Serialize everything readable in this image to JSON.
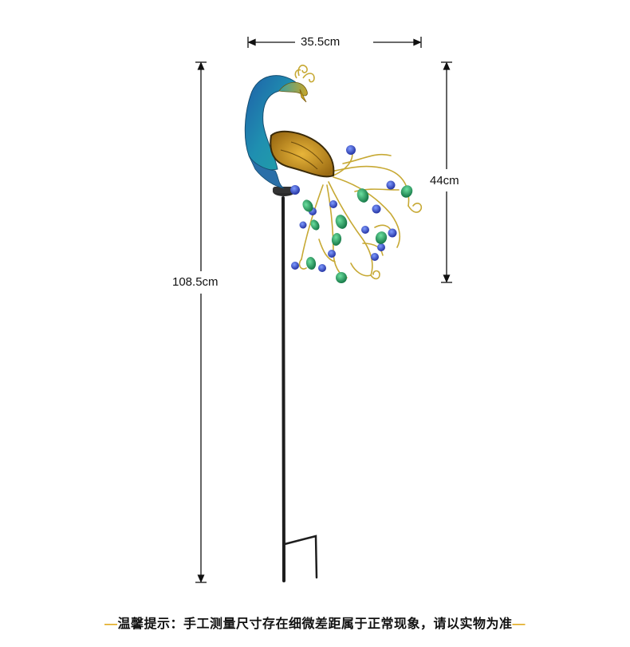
{
  "dimensions": {
    "width": "35.5cm",
    "head_height": "44cm",
    "total_height": "108.5cm"
  },
  "footer": {
    "notice": "温馨提示：手工测量尺寸存在细微差距属于正常现象，请以实物为准",
    "dash_left": "—",
    "dash_right": "—"
  },
  "colors": {
    "peacock_blue": "#1f7fa8",
    "peacock_gold": "#c89a1e",
    "gem_blue": "#2b3fb5",
    "gem_green": "#1f9a58",
    "stake": "#222222",
    "footer_dash": "#e0a81a"
  }
}
